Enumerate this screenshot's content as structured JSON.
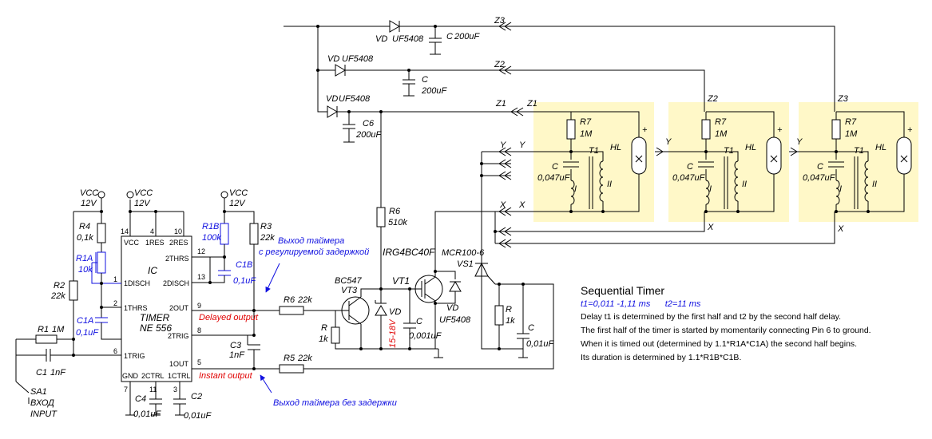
{
  "colors": {
    "wire": "#000000",
    "highlight": "#fff8c8",
    "adjustable": "#1010e0",
    "annotation": "#e00000"
  },
  "title": "Sequential Timer",
  "timing": {
    "t1": "t1=0,011 -1,11 ms",
    "t2": "t2=11 ms"
  },
  "description": [
    "Delay t1 is determined by the first half and t2 by the second half delay.",
    "The first half of the timer is started by momentarily connecting Pin 6 to ground.",
    "When it is timed out (determined by 1.1*R1A*C1A) the second half begins.",
    "Its duration is determined by 1.1*R1B*C1B."
  ],
  "ic": {
    "name": "IC",
    "type": "TIMER",
    "part": "NE 556",
    "pins": {
      "vcc": "VCC",
      "res1": "1RES",
      "res2": "2RES",
      "thrs2": "2THRS",
      "disch1": "1DISCH",
      "disch2": "2DISCH",
      "thrs1": "1THRS",
      "out2": "2OUT",
      "trig2": "2TRIG",
      "trig1": "1TRIG",
      "out1": "1OUT",
      "gnd": "GND",
      "ctrl2": "2CTRL",
      "ctrl1": "1CTRL"
    },
    "pin_numbers": {
      "p14": "14",
      "p4": "4",
      "p10": "10",
      "p12": "12",
      "p13": "13",
      "p1": "1",
      "p2": "2",
      "p9": "9",
      "p8": "8",
      "p6": "6",
      "p5": "5",
      "p7": "7",
      "p11": "11",
      "p3": "3"
    }
  },
  "supply": {
    "vcc": "VCC",
    "v12": "12V"
  },
  "labels": {
    "r4": "R4",
    "r4v": "0,1k",
    "r1a": "R1A",
    "r1av": "10k",
    "r2": "R2",
    "r2v": "22k",
    "c1a": "C1A",
    "c1av": "0,1uF",
    "r1": "R1",
    "r1v": "1M",
    "c1": "C1",
    "c1v": "1nF",
    "sa1": "SA1",
    "vhod": "ВХОД",
    "input": "INPUT",
    "r1b": "R1B",
    "r1bv": "100k",
    "c1b": "C1B",
    "c1bv": "0,1uF",
    "r3": "R3",
    "r3v": "22k",
    "c3": "C3",
    "c3v": "1nF",
    "c4": "C4",
    "c4v": "0,01uF",
    "c2": "C2",
    "c2v": "0,01uF",
    "r6a": "R6",
    "r6av": "22k",
    "r5": "R5",
    "r5v": "22k",
    "bc547": "BC547",
    "vt3": "VT3",
    "r_base": "R",
    "r_basev": "1k",
    "vd_z": "VD",
    "zv": "15-18V",
    "c_z": "C",
    "c_zv": "0,001uF",
    "r6": "R6",
    "r6v": "510k",
    "igbt": "IRG4BC40F",
    "vt1": "VT1",
    "vd_igbt": "VD",
    "uf_igbt": "UF5408",
    "mcr": "MCR100-6",
    "vs1": "VS1",
    "r_vs": "R",
    "r_vsv": "1k",
    "c_vs": "C",
    "c_vsv": "0,01uF",
    "vd_top": "VD",
    "uf_top": "UF5408",
    "c_top": "C",
    "c_topv": "200uF",
    "vd_mid": "VD",
    "uf_mid": "UF5408",
    "c_mid": "C",
    "c_midv": "200uF",
    "vd_bot": "VD",
    "uf_bot": "UF5408",
    "c6": "C6",
    "c6v": "200uF",
    "z1": "Z1",
    "z2": "Z2",
    "z3": "Z3",
    "y": "Y",
    "x": "X",
    "r7": "R7",
    "r7v": "1M",
    "c_ign": "C",
    "c_ignv": "0,047uF",
    "t1": "T1",
    "hl": "HL",
    "wi": "I",
    "wii": "II",
    "plus": "+"
  },
  "annotations": {
    "delayed_ru_1": "Выход таймера",
    "delayed_ru_2": "с регулируемой задержкой",
    "delayed_en": "Delayed output",
    "instant_en": "Instant output",
    "instant_ru": "Выход таймера без задержки"
  }
}
